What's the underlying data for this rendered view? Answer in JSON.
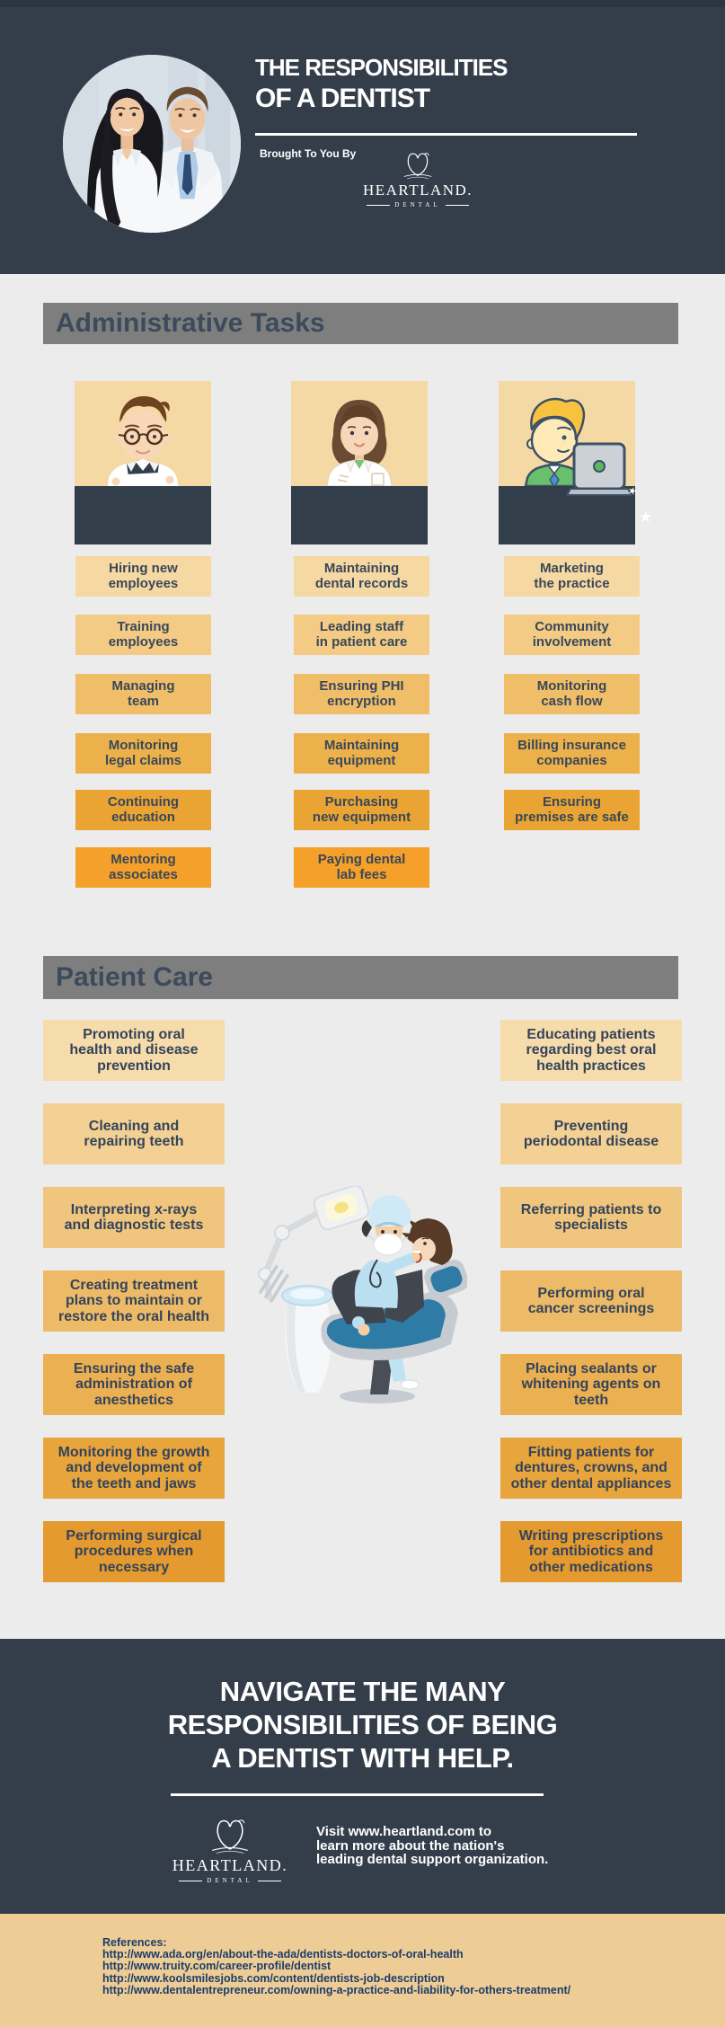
{
  "palette": {
    "header_bg": "#343e4b",
    "body_bg": "#ececec",
    "banner_bg": "#7e7e7e",
    "banner_text": "#3c4a5b",
    "box_text": "#3a4757",
    "card_bg": "#f5d9a5",
    "desk": "#333e4b",
    "references_bg": "#edcc96",
    "references_text": "#1d3d68",
    "white": "#ffffff",
    "admin_row_colors": [
      "#f6d8a3",
      "#f3cb85",
      "#f0be68",
      "#edb14b",
      "#eaa433",
      "#f4a02b"
    ],
    "patient_row_colors": [
      "#f6dcab",
      "#f3d194",
      "#f0c67e",
      "#edbb68",
      "#eab052",
      "#e7a53c",
      "#e49a2e"
    ]
  },
  "header": {
    "title_line1": "THE RESPONSIBILITIES",
    "title_line2": "OF A DENTIST",
    "brought_by": "Brought To You By",
    "logo": {
      "name": "HEARTLAND.",
      "sub": "DENTAL"
    }
  },
  "admin": {
    "title": "Administrative Tasks",
    "card_icons": [
      "office-manager-illustration",
      "receptionist-illustration",
      "marketer-at-laptop-illustration"
    ],
    "star": "★",
    "rows": [
      [
        "Hiring new\nemployees",
        "Maintaining\ndental records",
        "Marketing\nthe practice"
      ],
      [
        "Training\nemployees",
        "Leading staff\nin patient care",
        "Community\ninvolvement"
      ],
      [
        "Managing\nteam",
        "Ensuring PHI\nencryption",
        "Monitoring\ncash flow"
      ],
      [
        "Monitoring\nlegal claims",
        "Maintaining\nequipment",
        "Billing insurance\ncompanies"
      ],
      [
        "Continuing\neducation",
        "Purchasing\nnew equipment",
        "Ensuring\npremises are safe"
      ],
      [
        "Mentoring\nassociates",
        "Paying dental\nlab fees"
      ]
    ]
  },
  "patient": {
    "title": "Patient Care",
    "illustration_icon": "dentist-treating-patient-illustration",
    "left": [
      "Promoting oral\nhealth and disease\nprevention",
      "Cleaning and\nrepairing teeth",
      "Interpreting x-rays\nand diagnostic tests",
      "Creating treatment\nplans to maintain or\nrestore the oral health",
      "Ensuring the safe\nadministration of\nanesthetics",
      "Monitoring the growth\nand development of\nthe teeth and jaws",
      "Performing surgical\nprocedures when\nnecessary"
    ],
    "right": [
      "Educating patients\nregarding best oral\nhealth practices",
      "Preventing\nperiodontal disease",
      "Referring patients to\nspecialists",
      "Performing oral\ncancer screenings",
      "Placing sealants or\nwhitening agents on\nteeth",
      "Fitting patients for\ndentures, crowns, and\nother dental appliances",
      "Writing prescriptions\nfor antibiotics and\nother medications"
    ]
  },
  "footer": {
    "headline": "NAVIGATE THE MANY\nRESPONSIBILITIES OF BEING\nA DENTIST WITH HELP.",
    "logo": {
      "name": "HEARTLAND.",
      "sub": "DENTAL"
    },
    "visit": "Visit www.heartland.com to\nlearn more about the nation's\nleading dental support organization."
  },
  "references": {
    "title": "References:",
    "urls": [
      "http://www.ada.org/en/about-the-ada/dentists-doctors-of-oral-health",
      "http://www.truity.com/career-profile/dentist",
      "http://www.koolsmilesjobs.com/content/dentists-job-description",
      "http://www.dentalentrepreneur.com/owning-a-practice-and-liability-for-others-treatment/"
    ]
  }
}
